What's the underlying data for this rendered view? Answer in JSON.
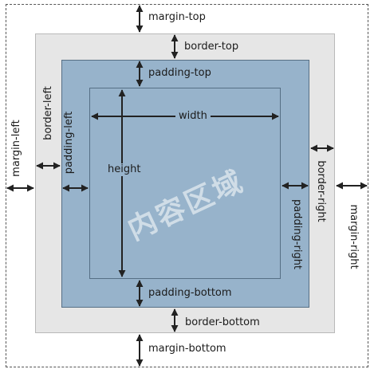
{
  "labels": {
    "margin_top": "margin-top",
    "margin_bottom": "margin-bottom",
    "margin_left": "margin-left",
    "margin_right": "margin-right",
    "border_top": "border-top",
    "border_bottom": "border-bottom",
    "border_left": "border-left",
    "border_right": "border-right",
    "padding_top": "padding-top",
    "padding_bottom": "padding-bottom",
    "padding_left": "padding-left",
    "padding_right": "padding-right",
    "width": "width",
    "height": "height",
    "content_area": "内容区域"
  },
  "colors": {
    "border_area": "#e6e6e6",
    "padding_area": "#97b3cb",
    "content_area": "#97b3cb",
    "arrow": "#222222"
  }
}
